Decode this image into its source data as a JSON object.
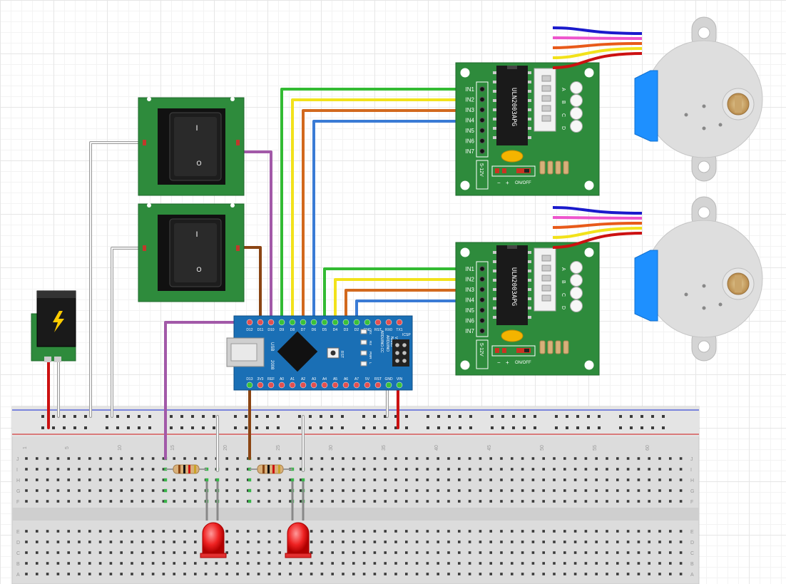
{
  "breadboard": {
    "column_numbers": [
      "1",
      "5",
      "10",
      "15",
      "20",
      "25",
      "30",
      "35",
      "40",
      "45",
      "50",
      "55",
      "60"
    ],
    "rows_top": [
      "J",
      "I",
      "H",
      "G",
      "F"
    ],
    "rows_bottom": [
      "E",
      "D",
      "C",
      "B",
      "A"
    ]
  },
  "arduino": {
    "top_pins": [
      "D12",
      "D11",
      "D10",
      "D9",
      "D8",
      "D7",
      "D6",
      "D5",
      "D4",
      "D3",
      "D2",
      "GND",
      "RST",
      "RX0",
      "TX1"
    ],
    "bottom_pins": [
      "D13",
      "3V3",
      "REF",
      "A0",
      "A1",
      "A2",
      "A3",
      "A4",
      "A5",
      "A6",
      "A7",
      "5V",
      "RST",
      "GND",
      "VIN"
    ],
    "brand_line1": "ARDUINO.CC",
    "brand_line2": "ARDUINO",
    "brand_line3": "NANO",
    "brand_line4": "V3.0",
    "usb_label": "USB",
    "rst_label": "RST",
    "icsp_label": "ICSP",
    "led_labels": [
      "TX",
      "RX",
      "PWR",
      "L"
    ],
    "year_label": "2008"
  },
  "drivers": [
    {
      "chip_label": "ULN2003APG",
      "inputs": [
        "IN1",
        "IN2",
        "IN3",
        "IN4",
        "IN5",
        "IN6",
        "IN7"
      ],
      "voltage": "5-12V",
      "power_labels": [
        "−",
        "+"
      ],
      "switch_label": "ON/OFF",
      "led_letters": [
        "A",
        "B",
        "C",
        "D"
      ]
    },
    {
      "chip_label": "ULN2003APG",
      "inputs": [
        "IN1",
        "IN2",
        "IN3",
        "IN4",
        "IN5",
        "IN6",
        "IN7"
      ],
      "voltage": "5-12V",
      "power_labels": [
        "−",
        "+"
      ],
      "switch_label": "ON/OFF",
      "led_letters": [
        "A",
        "B",
        "C",
        "D"
      ]
    }
  ],
  "switches": [
    {
      "on_label": "I",
      "off_label": "O"
    },
    {
      "on_label": "I",
      "off_label": "O"
    }
  ],
  "colors": {
    "pcb_green": "#2e8b3c",
    "arduino_blue": "#1a6fb5",
    "wire_green": "#33bb33",
    "wire_yellow": "#f2e21b",
    "wire_orange": "#d2691e",
    "wire_blue": "#3a7bd5",
    "wire_purple": "#a259a8",
    "wire_brown": "#8b4513",
    "wire_red": "#cc1111",
    "motor_cap": "#1e90ff",
    "led_red": "#ee2222"
  }
}
